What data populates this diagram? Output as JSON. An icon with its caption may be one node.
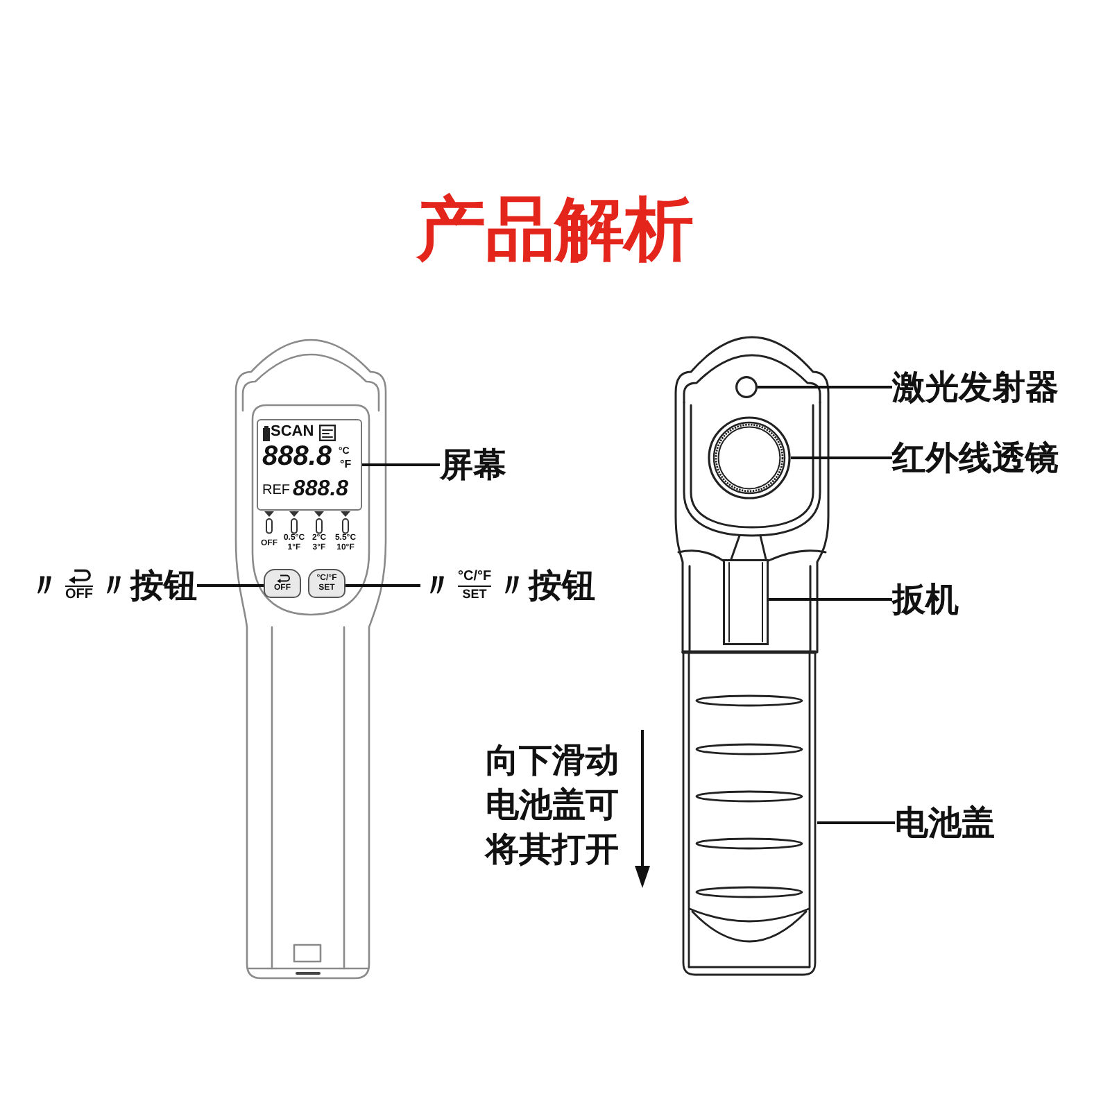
{
  "diagram": {
    "title": "产品解析",
    "nodes": [
      {
        "text": [
          "屏幕"
        ]
      },
      {
        "text": [
          "SCAN",
          "888.8",
          "°C",
          "°F",
          "REF",
          "888.8"
        ]
      },
      {
        "text": [
          "〃",
          "OFF",
          "〃按钮"
        ]
      },
      {
        "text": [
          "OFF"
        ]
      },
      {
        "text": [
          "°C/°F",
          "SET"
        ]
      },
      {
        "text": [
          "〃",
          "°C/°F",
          "SET",
          "〃按钮"
        ]
      },
      {
        "text": [
          "激光发射器"
        ]
      },
      {
        "text": [],
        "shape": "circle"
      },
      {
        "text": [
          "红外线透镜"
        ]
      },
      {
        "text": [],
        "shape": "circle"
      },
      {
        "text": [
          "扳机"
        ]
      },
      {
        "text": [],
        "shape": "box"
      },
      {
        "text": [
          "电池盖"
        ]
      },
      {
        "text": [],
        "shape": "picture"
      }
    ],
    "edges": [
      {
        "from": 0,
        "to": 1,
        "arrow": "none"
      },
      {
        "from": 2,
        "to": 3,
        "arrow": "none"
      },
      {
        "from": 5,
        "to": 4,
        "arrow": "none"
      },
      {
        "from": 6,
        "to": 7,
        "arrow": "none"
      },
      {
        "from": 8,
        "to": 9,
        "arrow": "none"
      },
      {
        "from": 10,
        "to": 11,
        "arrow": "none"
      },
      {
        "from": 12,
        "to": 13,
        "arrow": "none"
      }
    ],
    "labels": [
      "OFF",
      "0.5°C",
      "2°C",
      "5.5°C",
      "1°F",
      "3°F",
      "10°F",
      "向下滑动电池盖可将其打开"
    ]
  }
}
